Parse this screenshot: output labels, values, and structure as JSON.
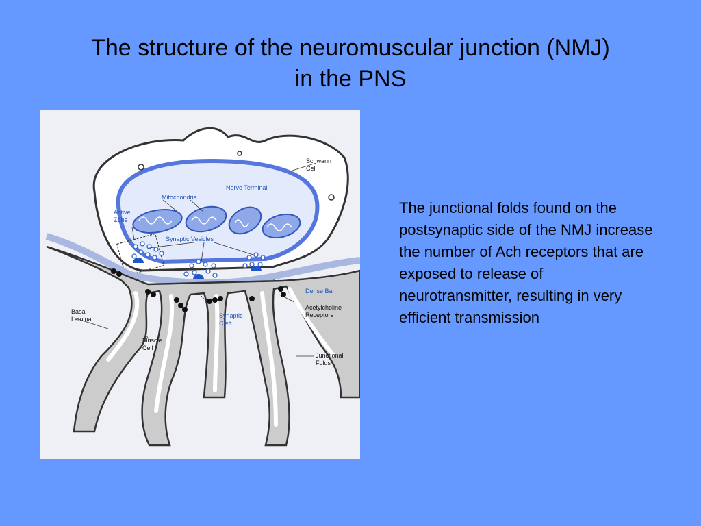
{
  "slide": {
    "title_line1": "The structure of the neuromuscular junction (NMJ)",
    "title_line2": "in the PNS",
    "body_text": "The junctional folds found on the postsynaptic side of the NMJ increase the number of Ach receptors that are exposed to release of neurotransmitter, resulting in very efficient transmission"
  },
  "diagram": {
    "labels": {
      "schwann_1": "Schwann",
      "schwann_2": "Cell",
      "nerve_terminal": "Nerve Terminal",
      "mitochondria": "Mitochondria",
      "active_1": "Active",
      "active_2": "Zone",
      "synaptic_vesicles": "Synaptic Vesicles",
      "dense_bar": "Dense Bar",
      "ach_1": "Acetylcholine",
      "ach_2": "Receptors",
      "basal_1": "Basal",
      "basal_2": "Lamina",
      "cleft_1": "Synaptic",
      "cleft_2": "Cleft",
      "muscle_1": "Muscle",
      "muscle_2": "Cell",
      "folds_1": "Junctional",
      "folds_2": "Folds"
    },
    "colors": {
      "membrane": "#5577dd",
      "membrane_fill": "#c9d6f5",
      "outline": "#333333",
      "receptor": "#111111",
      "vesicle": "#3366cc"
    }
  }
}
